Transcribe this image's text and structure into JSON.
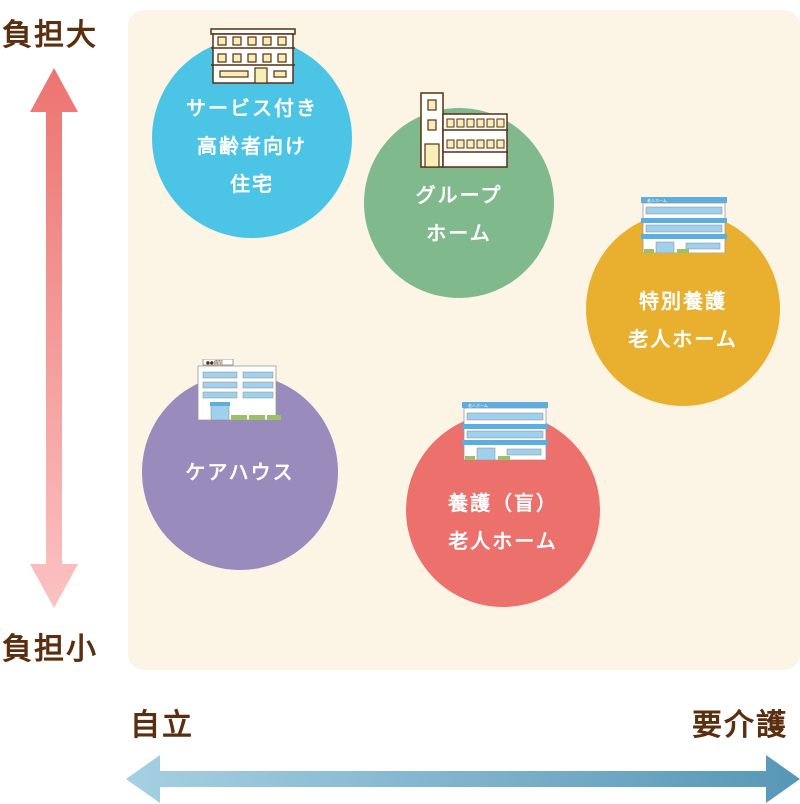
{
  "vertical_axis": {
    "top_label": "負担大",
    "bottom_label": "負担小",
    "arrow_colors": {
      "top": "#ec7470",
      "bottom": "#fbb8b8"
    }
  },
  "horizontal_axis": {
    "left_label": "自立",
    "right_label": "要介護",
    "arrow_colors": {
      "left": "#a3cde0",
      "right": "#5a9ab8"
    }
  },
  "panel_color": "#fcf4e4",
  "facilities": [
    {
      "name": "サービス付き高齢者向け住宅",
      "lines": [
        "サービス付き",
        "高齢者向け",
        "住宅"
      ],
      "color": "#4cc4e6",
      "icon": "apartment-building-icon"
    },
    {
      "name": "グループホーム",
      "lines": [
        "グループ",
        "ホーム"
      ],
      "color": "#80ba8c",
      "icon": "group-home-building-icon"
    },
    {
      "name": "特別養護老人ホーム",
      "lines": [
        "特別養護",
        "老人ホーム"
      ],
      "color": "#e8b02e",
      "icon": "nursing-home-building-icon"
    },
    {
      "name": "ケアハウス",
      "lines": [
        "ケアハウス"
      ],
      "color": "#998bbb",
      "icon": "care-house-building-icon"
    },
    {
      "name": "養護（盲）老人ホーム",
      "lines": [
        "養護（盲）",
        "老人ホーム"
      ],
      "color": "#ec706c",
      "icon": "nursing-home-building-icon"
    }
  ],
  "building_signs": {
    "nursing_home": "老人ホーム",
    "care_house": "●●病院"
  }
}
